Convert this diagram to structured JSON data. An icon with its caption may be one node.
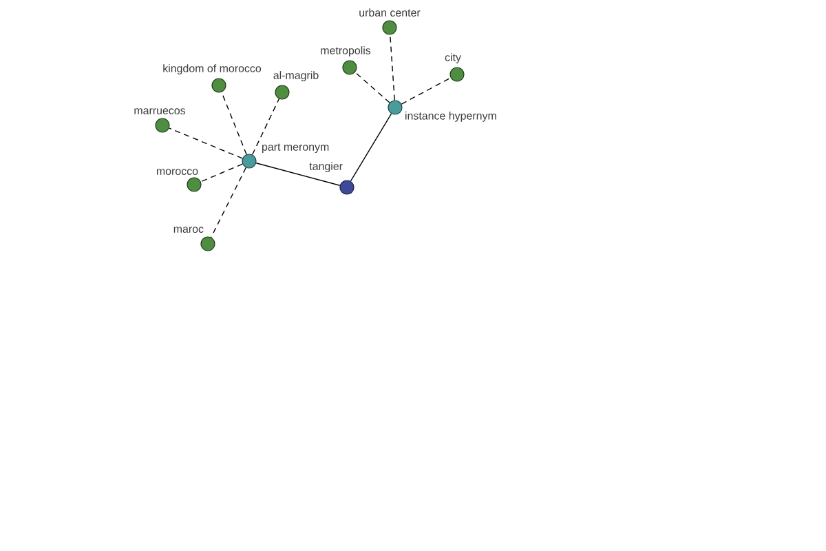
{
  "diagram": {
    "nodes": [
      {
        "text": [
          "urban center"
        ]
      },
      {
        "text": [
          "metropolis"
        ]
      },
      {
        "text": [
          "city"
        ]
      },
      {
        "text": [
          "kingdom of morocco"
        ]
      },
      {
        "text": [
          "al-magrib"
        ]
      },
      {
        "text": [
          "instance hypernym"
        ]
      },
      {
        "text": [
          "marruecos"
        ]
      },
      {
        "text": [
          "part meronym"
        ]
      },
      {
        "text": [
          "morocco"
        ]
      },
      {
        "text": [
          "tangier"
        ]
      },
      {
        "text": [
          "maroc"
        ]
      }
    ],
    "edges": [
      {
        "from": 9,
        "to": 7,
        "arrow": "none"
      },
      {
        "from": 9,
        "to": 5,
        "arrow": "none"
      },
      {
        "from": 7,
        "to": 3,
        "arrow": "none",
        "style": "dashed"
      },
      {
        "from": 7,
        "to": 4,
        "arrow": "none",
        "style": "dashed"
      },
      {
        "from": 7,
        "to": 6,
        "arrow": "none",
        "style": "dashed"
      },
      {
        "from": 7,
        "to": 8,
        "arrow": "none",
        "style": "dashed"
      },
      {
        "from": 7,
        "to": 10,
        "arrow": "none",
        "style": "dashed"
      },
      {
        "from": 5,
        "to": 0,
        "arrow": "none",
        "style": "dashed"
      },
      {
        "from": 5,
        "to": 1,
        "arrow": "none",
        "style": "dashed"
      },
      {
        "from": 5,
        "to": 2,
        "arrow": "none",
        "style": "dashed"
      }
    ]
  }
}
